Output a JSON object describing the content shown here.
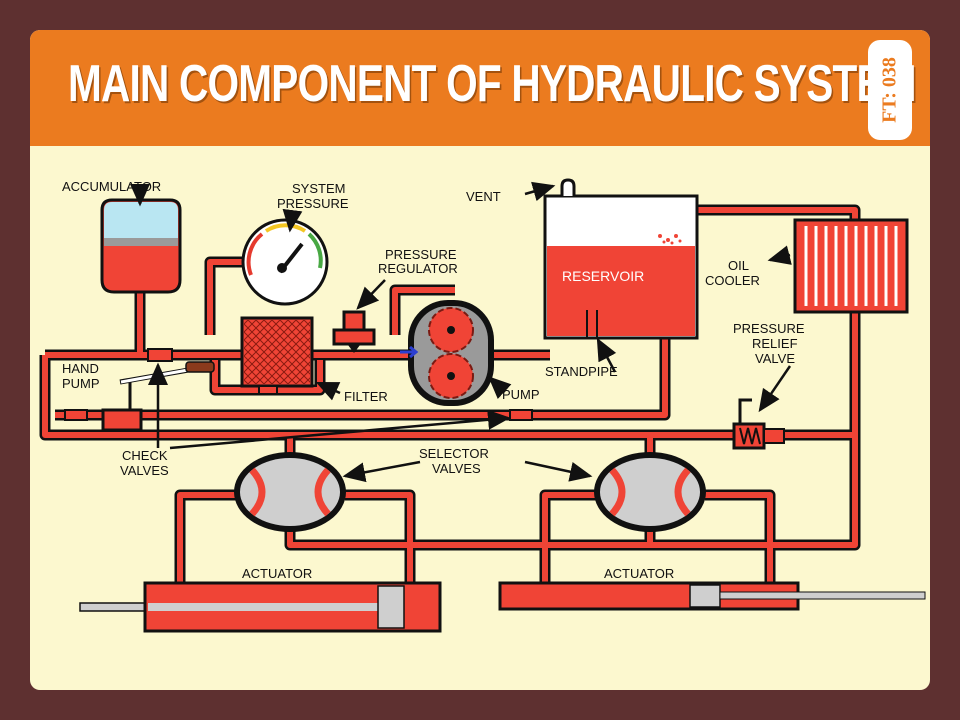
{
  "title": "MAIN COMPONENT OF HYDRAULIC SYSTEM",
  "badge": "FT: 038",
  "labels": {
    "accumulator": "ACCUMULATOR",
    "system_pressure": [
      "SYSTEM",
      "PRESSURE"
    ],
    "vent": "VENT",
    "pressure_regulator": [
      "PRESSURE",
      "REGULATOR"
    ],
    "reservoir": "RESERVOIR",
    "oil_cooler": [
      "OIL",
      "COOLER"
    ],
    "pressure_relief_valve": [
      "PRESSURE",
      "RELIEF",
      "VALVE"
    ],
    "hand_pump": [
      "HAND",
      "PUMP"
    ],
    "filter": "FILTER",
    "pump": "PUMP",
    "standpipe": "STANDPIPE",
    "check_valves": [
      "CHECK",
      "VALVES"
    ],
    "selector_valves": [
      "SELECTOR",
      "VALVES"
    ],
    "actuator_left": "ACTUATOR",
    "actuator_right": "ACTUATOR"
  },
  "colors": {
    "background": "#5e3030",
    "card": "#fcf8cf",
    "header": "#eb7b1f",
    "fluid": "#f04436",
    "outline": "#111111",
    "gray": "#cfcfcf"
  }
}
